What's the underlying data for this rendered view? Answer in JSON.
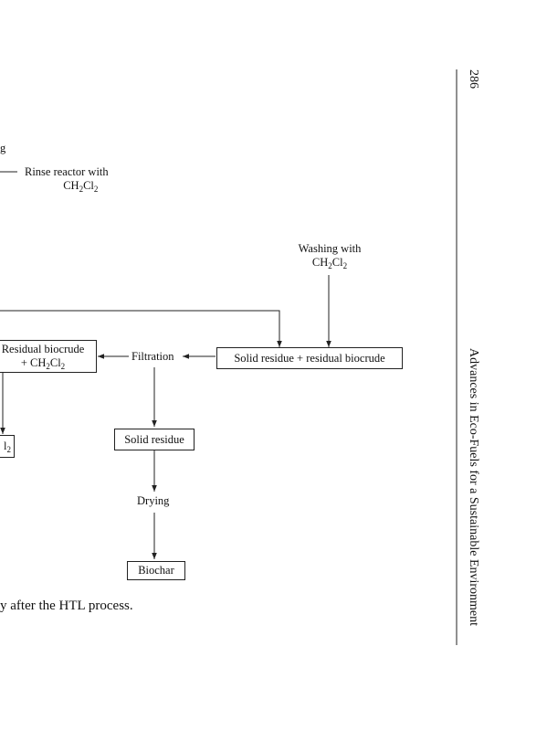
{
  "page_number": "286",
  "running_head": "Advances in Eco-Fuels for a Sustainable Environment",
  "caption_fragment": "y after the HTL process.",
  "nodes": {
    "top_fragment": "g",
    "rinse_reactor": {
      "line1": "Rinse reactor with",
      "chem_a": "CH",
      "chem_sub1": "2",
      "chem_b": "Cl",
      "chem_sub2": "2"
    },
    "washing": {
      "line1": "Washing with",
      "chem_a": "CH",
      "chem_sub1": "2",
      "chem_b": "Cl",
      "chem_sub2": "2"
    },
    "residual_biocrude": {
      "line1": "Residual biocrude",
      "line2_prefix": "+ CH",
      "chem_sub1": "2",
      "chem_b": "Cl",
      "chem_sub2": "2"
    },
    "left_fragment": {
      "text": "l",
      "sub": "2"
    },
    "filtration": "Filtration",
    "solid_plus_biocrude": "Solid residue + residual biocrude",
    "solid_residue": "Solid residue",
    "drying": "Drying",
    "biochar": "Biochar"
  }
}
